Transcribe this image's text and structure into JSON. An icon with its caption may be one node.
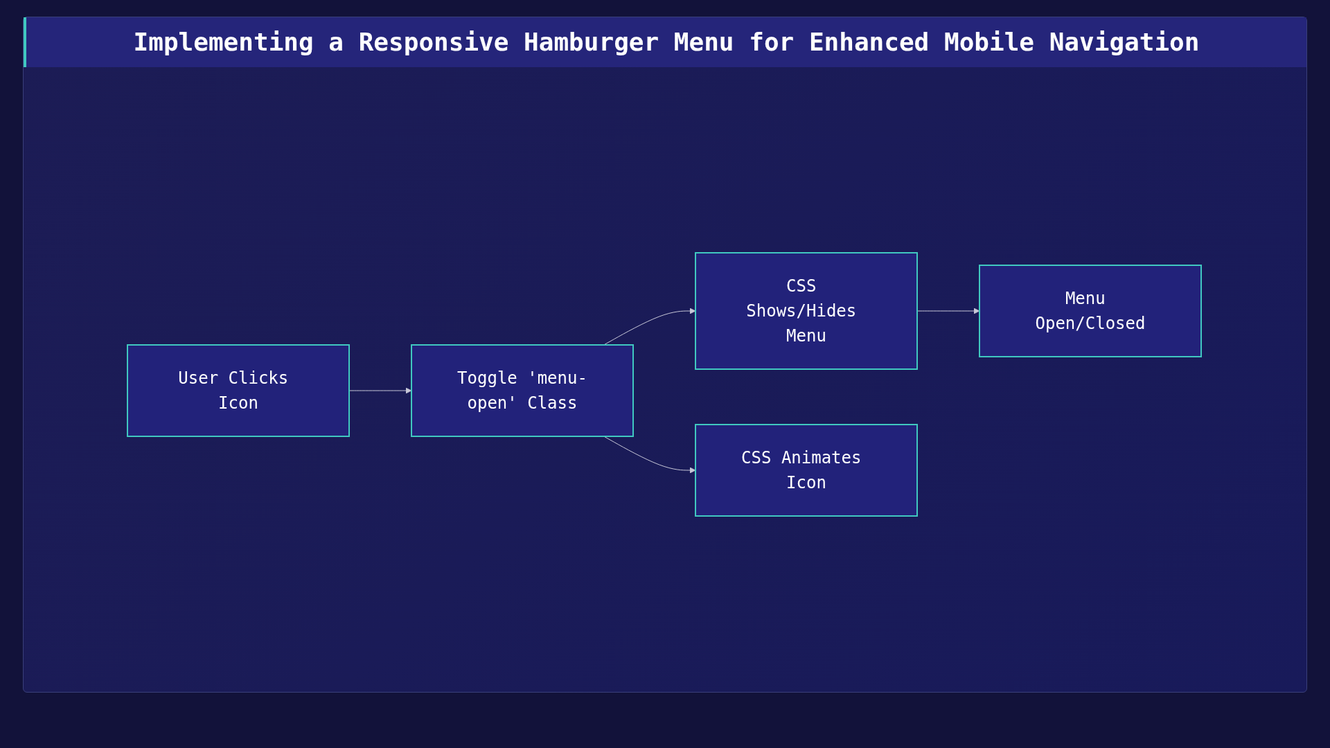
{
  "diagram": {
    "title": "Implementing a Responsive Hamburger Menu for Enhanced Mobile Navigation",
    "nodes": [
      {
        "text": [
          "User Clicks Icon"
        ]
      },
      {
        "text": [
          "Toggle 'menu-open' Class"
        ]
      },
      {
        "text": [
          "CSS Shows/Hides Menu"
        ]
      },
      {
        "text": [
          "Menu Open/Closed"
        ]
      },
      {
        "text": [
          "CSS Animates Icon"
        ]
      }
    ],
    "edges": [
      {
        "from": 0,
        "to": 1,
        "arrow": "to"
      },
      {
        "from": 1,
        "to": 2,
        "arrow": "to"
      },
      {
        "from": 1,
        "to": 4,
        "arrow": "to"
      },
      {
        "from": 2,
        "to": 3,
        "arrow": "to"
      }
    ]
  }
}
